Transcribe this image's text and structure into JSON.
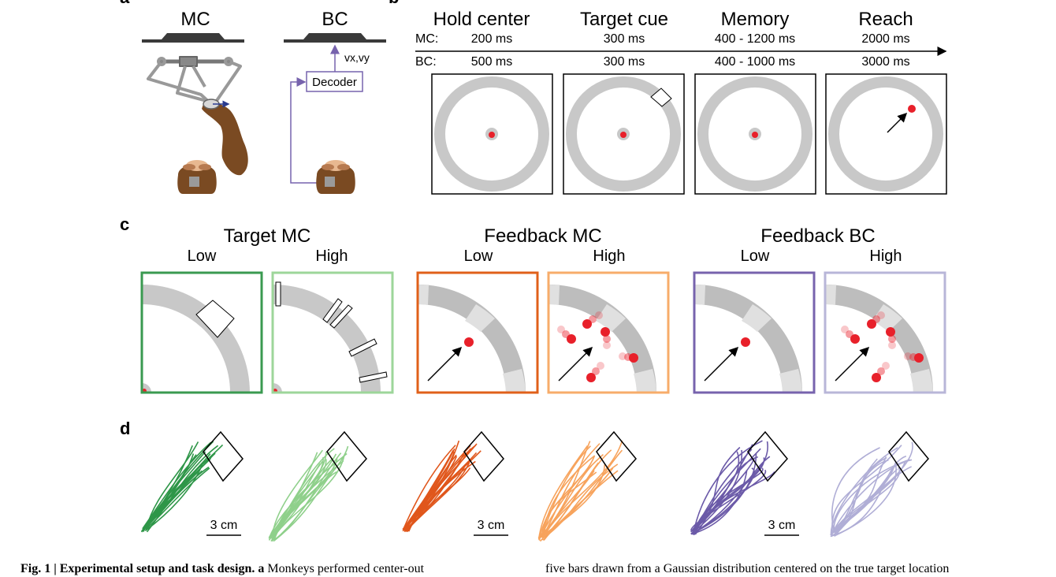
{
  "panels": {
    "a": "a",
    "b": "b",
    "c": "c",
    "d": "d"
  },
  "panel_a": {
    "mc_title": "MC",
    "bc_title": "BC",
    "decoder_label": "Decoder",
    "velocity_label": "vx,vy"
  },
  "panel_b": {
    "row_labels": [
      "MC:",
      "BC:"
    ],
    "phases": [
      {
        "name": "Hold center",
        "mc": "200 ms",
        "bc": "500 ms"
      },
      {
        "name": "Target cue",
        "mc": "300 ms",
        "bc": "300 ms"
      },
      {
        "name": "Memory",
        "mc": "400 - 1200 ms",
        "bc": "400 - 1000 ms"
      },
      {
        "name": "Reach",
        "mc": "2000 ms",
        "bc": "3000 ms"
      }
    ]
  },
  "panel_c": {
    "groups": [
      {
        "title": "Target MC",
        "low": "Low",
        "high": "High",
        "color_low": "#3a9a50",
        "color_high": "#9dd69a"
      },
      {
        "title": "Feedback MC",
        "low": "Low",
        "high": "High",
        "color_low": "#e0601a",
        "color_high": "#f7ac6a"
      },
      {
        "title": "Feedback BC",
        "low": "Low",
        "high": "High",
        "color_low": "#7763ad",
        "color_high": "#b8b6d8"
      }
    ]
  },
  "panel_d": {
    "scale_label": "3 cm",
    "colors": [
      "#2e9648",
      "#8fd08b",
      "#e0561b",
      "#f7a35c",
      "#6b5aa8",
      "#b0aed6"
    ]
  },
  "caption": {
    "left_bold": "Fig. 1 | Experimental setup and task design. a",
    "left_rest": " Monkeys performed center-out",
    "right": "five bars drawn from a Gaussian distribution centered on the true target location"
  }
}
